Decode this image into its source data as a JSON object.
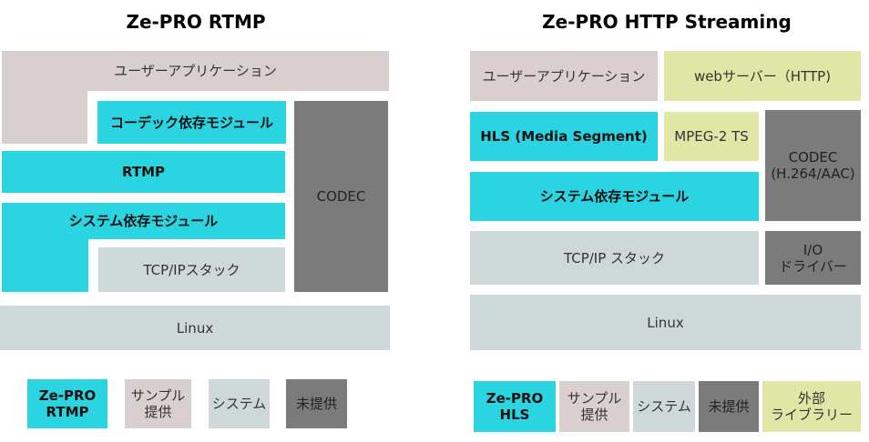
{
  "left": {
    "title": "Ze-PRO RTMP",
    "user_app": "ユーザーアプリケーション",
    "codec_dep": "コーデック依存モジュール",
    "rtmp": "RTMP",
    "sys_dep": "システム依存モジュール",
    "tcpip": "TCP/IPスタック",
    "codec": "CODEC",
    "linux": "Linux"
  },
  "left_legend": [
    {
      "line1": "Ze-PRO",
      "line2": "RTMP"
    },
    {
      "line1": "サンプル",
      "line2": "提供"
    },
    {
      "line1": "システム",
      "line2": ""
    },
    {
      "line1": "未提供",
      "line2": ""
    }
  ],
  "right": {
    "title": "Ze-PRO HTTP Streaming",
    "user_app": "ユーザーアプリケーション",
    "web_server": "webサーバー（HTTP)",
    "hls": "HLS (Media Segment)",
    "mpeg2ts": "MPEG-2 TS",
    "codec_line1": "CODEC",
    "codec_line2": "(H.264/AAC)",
    "sys_dep": "システム依存モジュール",
    "tcpip": "TCP/IP スタック",
    "io_line1": "I/O",
    "io_line2": "ドライバー",
    "linux": "Linux"
  },
  "right_legend": [
    {
      "line1": "Ze-PRO",
      "line2": "HLS"
    },
    {
      "line1": "サンプル",
      "line2": "提供"
    },
    {
      "line1": "システム",
      "line2": ""
    },
    {
      "line1": "未提供",
      "line2": ""
    },
    {
      "line1": "外部",
      "line2": "ライブラリー"
    }
  ],
  "colors": {
    "ze_pro": "#2ad4e0",
    "sample": "#d9cfcf",
    "system": "#cfd8d9",
    "not_provided": "#7b7b7b",
    "external": "#dfe6a6"
  }
}
